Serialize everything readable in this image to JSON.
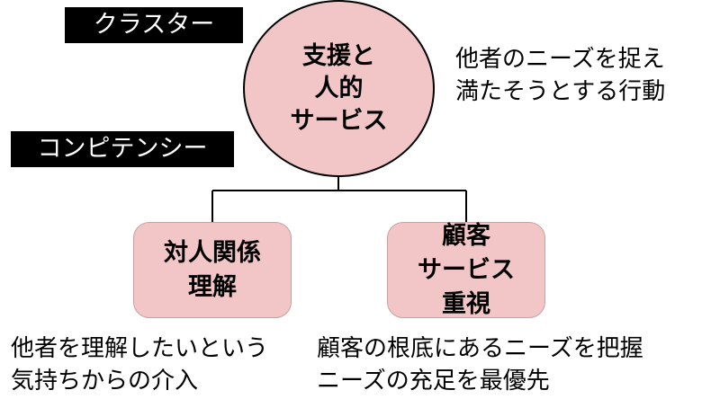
{
  "labels": {
    "cluster": "クラスター",
    "competency": "コンピテンシー"
  },
  "main_node": {
    "lines": [
      "支援と",
      "人的",
      "サービス"
    ],
    "description": [
      "他者のニーズを捉え",
      "満たそうとする行動"
    ]
  },
  "children": [
    {
      "lines": [
        "対人関係",
        "理解"
      ],
      "description": [
        "他者を理解したいという",
        "気持ちからの介入"
      ]
    },
    {
      "lines": [
        "顧客",
        "サービス",
        "重視"
      ],
      "description": [
        "顧客の根底にあるニーズを把握",
        "ニーズの充足を最優先"
      ]
    }
  ],
  "colors": {
    "node_fill": "#f2c6c6",
    "tag_fill": "#000000"
  }
}
